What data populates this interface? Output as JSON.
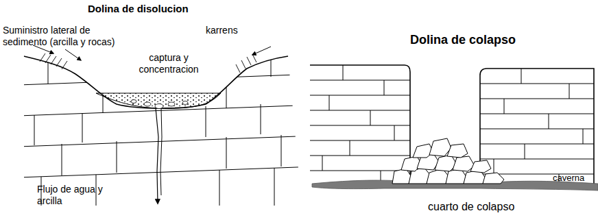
{
  "diagram": {
    "labels": [
      "Dolina de disolucion",
      "Suministro lateral de sedimento (arcilla y rocas)",
      "karrens",
      "captura y concentracion",
      "Flujo de agua y arcilla",
      "Dolina de colapso",
      "caverna",
      "cuarto de colapso"
    ]
  }
}
